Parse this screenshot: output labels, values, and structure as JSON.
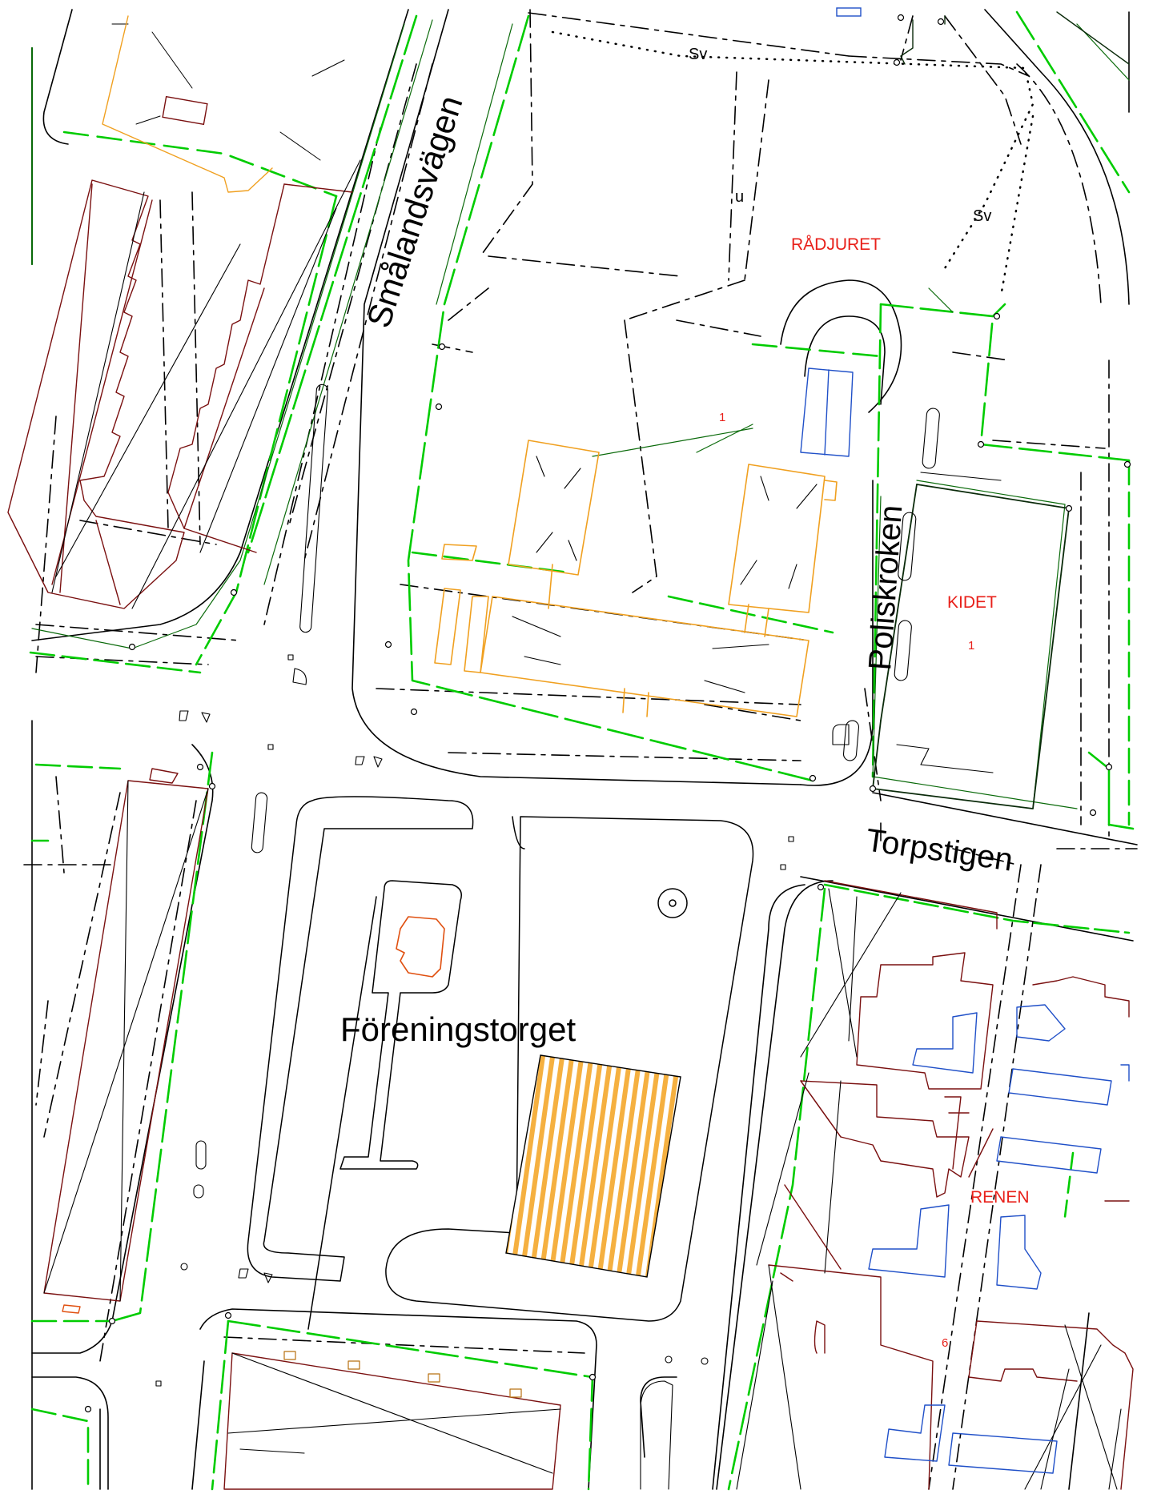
{
  "map": {
    "streets": {
      "smalandsvagen": "Smålandsvägen",
      "poliskroken": "Poliskroken",
      "torpstigen": "Torpstigen",
      "foreningstorget": "Föreningstorget"
    },
    "blocks": {
      "radjuret": "RÅDJURET",
      "kidet": "KIDET",
      "renen": "RENEN"
    },
    "codes": {
      "sv_top": "Sv",
      "sv_right": "Sv",
      "u": "u",
      "parcel_1_school": "1",
      "parcel_1_kidet": "1",
      "parcel_6": "6"
    },
    "colors": {
      "background": "#ffffff",
      "road_line": "#000000",
      "property_line": "#00cc00",
      "building_outline": "#7a1010",
      "school_building": "#f0a020",
      "hatch": "#f5b040",
      "block_label": "#e8201a",
      "annex_building": "#2050c8"
    }
  }
}
